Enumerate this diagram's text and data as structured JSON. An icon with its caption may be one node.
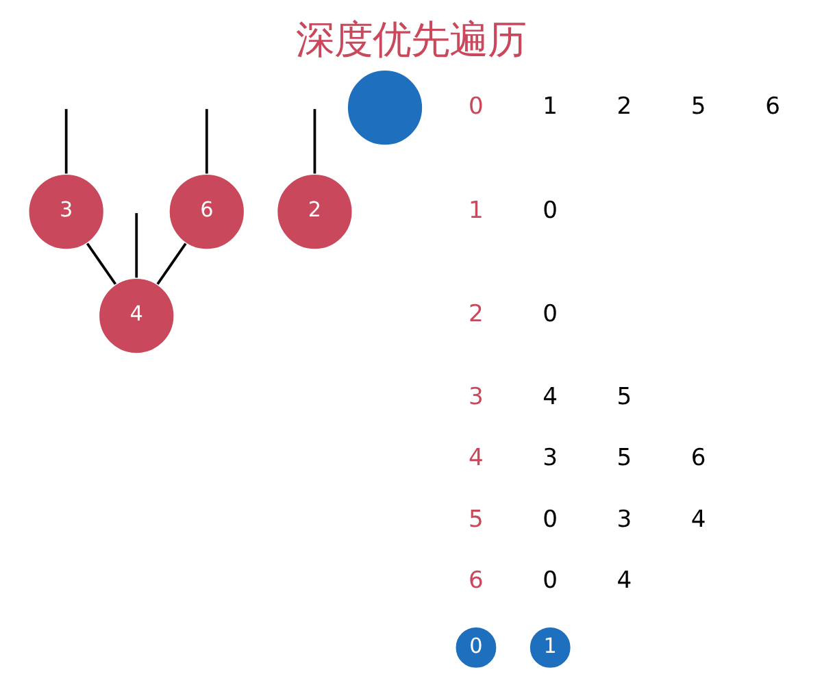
{
  "diagram": {
    "title": "深度优先遍历",
    "nodes": [
      {
        "text": [
          "6"
        ]
      },
      {
        "text": [
          "2"
        ]
      },
      {
        "text": [],
        "shape": "circle"
      },
      {
        "text": [
          "3"
        ]
      },
      {
        "text": [
          "4"
        ]
      },
      {
        "text": [
          "0"
        ]
      },
      {
        "text": [
          "1"
        ]
      }
    ],
    "edges": [
      {
        "from": null,
        "to": 0,
        "arrow": "none"
      },
      {
        "from": null,
        "to": 1,
        "arrow": "none"
      },
      {
        "from": null,
        "to": 3,
        "arrow": "none"
      },
      {
        "from": null,
        "to": 4,
        "arrow": "none"
      },
      {
        "from": 0,
        "to": 4,
        "arrow": "none"
      },
      {
        "from": 3,
        "to": 4,
        "arrow": "none"
      }
    ],
    "labels": [
      "0",
      "1",
      "2",
      "5",
      "6",
      "1",
      "0",
      "2",
      "0",
      "3",
      "4",
      "5",
      "4",
      "3",
      "5",
      "6",
      "5",
      "0",
      "3",
      "4",
      "6",
      "0",
      "4"
    ]
  }
}
